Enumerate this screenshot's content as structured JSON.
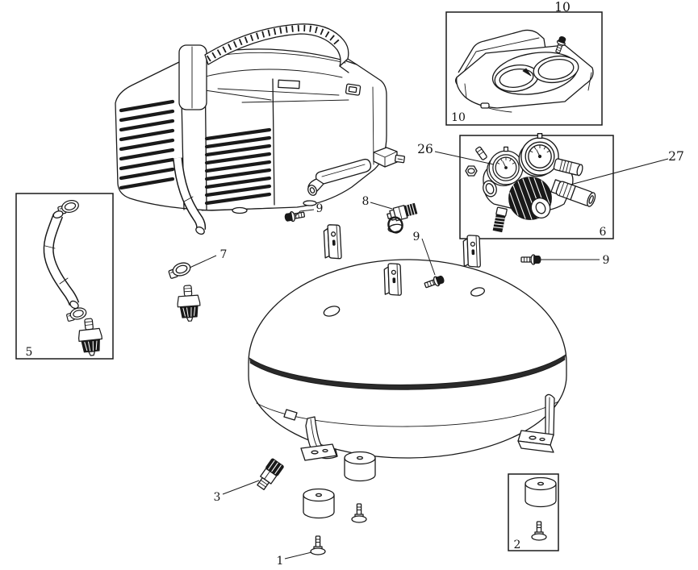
{
  "diagram": {
    "type": "exploded-parts-diagram",
    "subject": "pancake air compressor",
    "colors": {
      "line": "#1a1a1a",
      "background": "#ffffff",
      "dark_fill": "#191919"
    },
    "callouts": {
      "assembly_10_top": "10",
      "box_10": "10",
      "label_26": "26",
      "label_27": "27",
      "box_6": "6",
      "box_5": "5",
      "screw_9_left": "9",
      "safety_valve_8": "8",
      "screw_9_center": "9",
      "screw_9_right": "9",
      "clamp_7": "7",
      "drain_valve_3": "3",
      "bolt_1": "1",
      "box_2": "2"
    }
  }
}
